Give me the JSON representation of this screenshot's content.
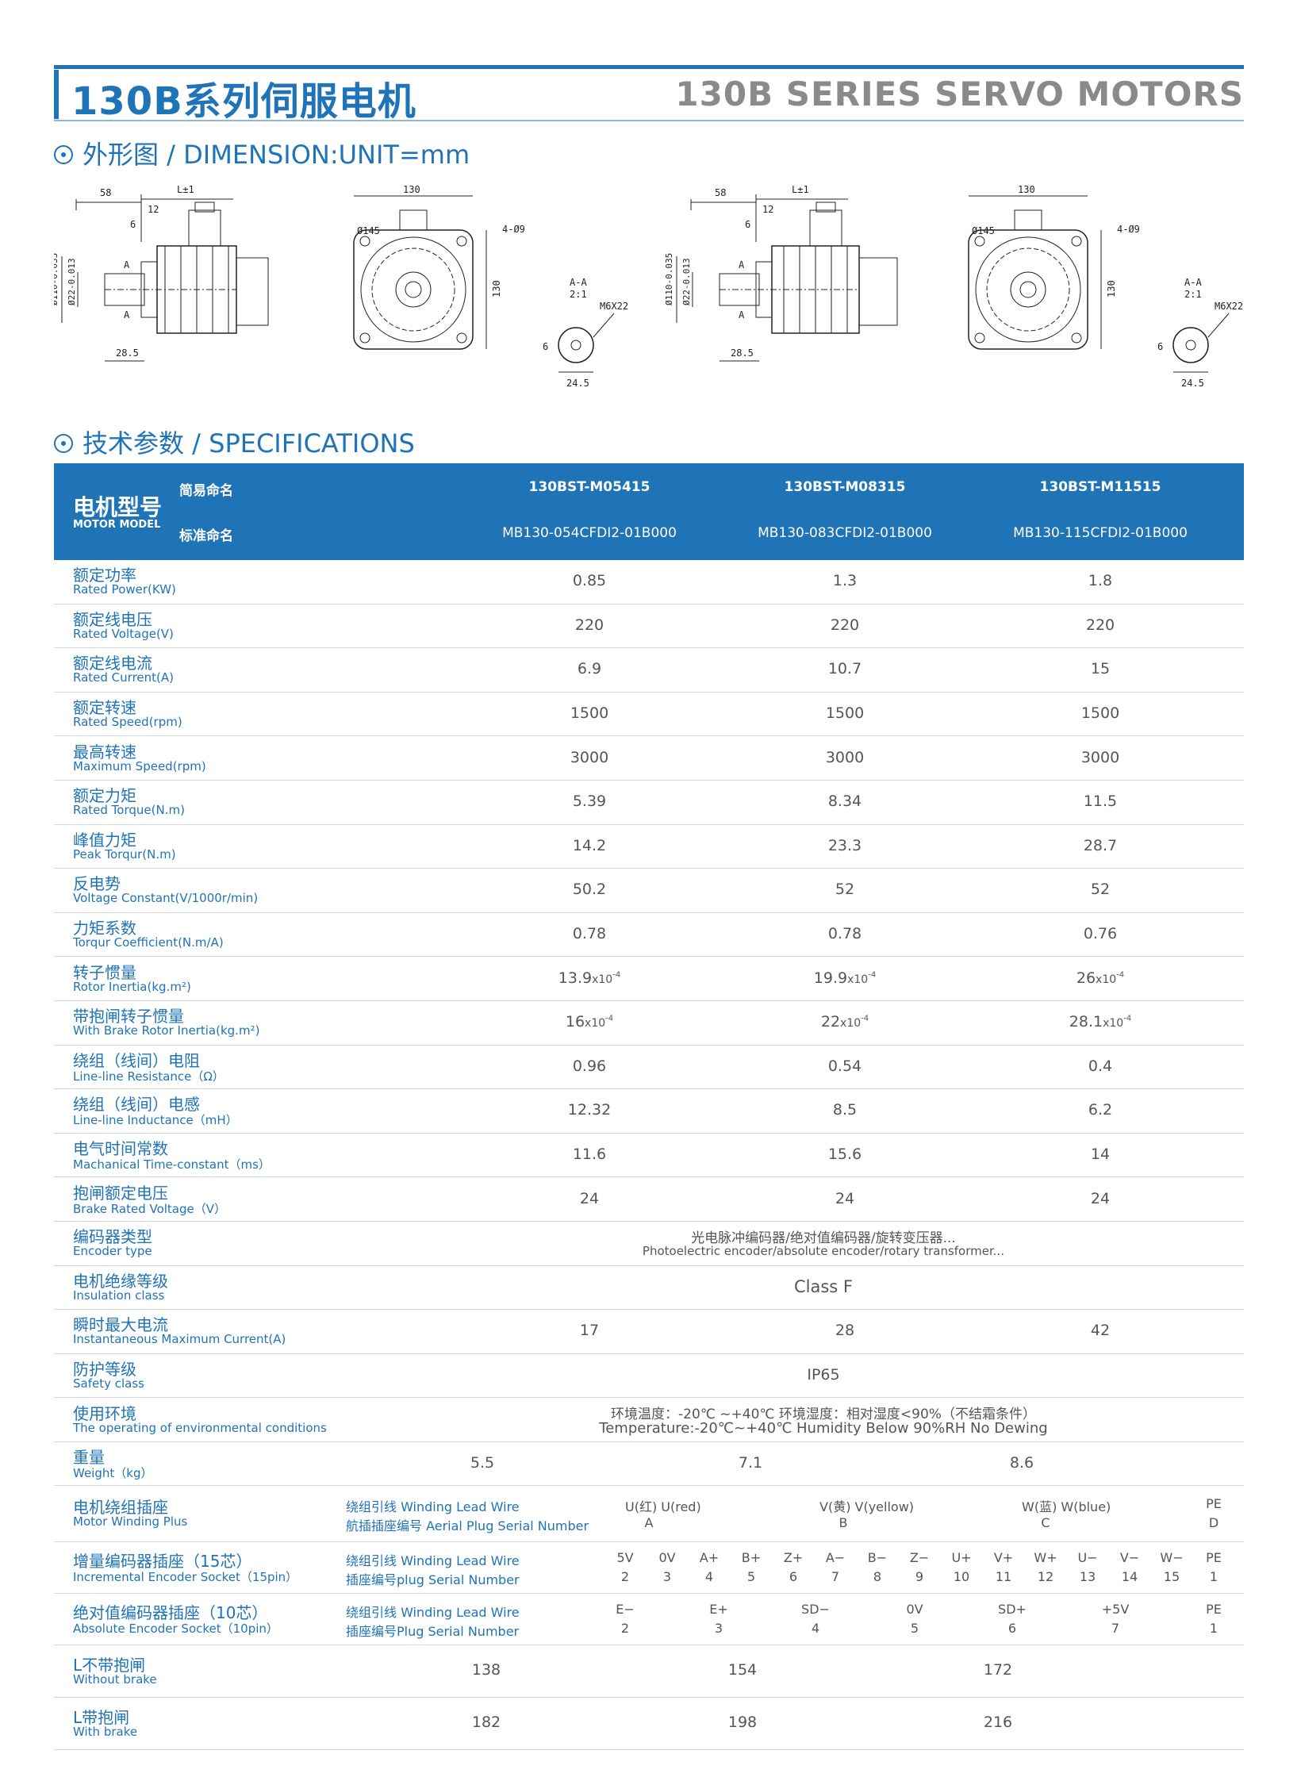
{
  "header": {
    "title_cn": "130B系列伺服电机",
    "title_en": "130B SERIES SERVO MOTORS"
  },
  "sections": {
    "dimension": "外形图 / DIMENSION:UNIT=mm",
    "specs": "技术参数 / SPECIFICATIONS"
  },
  "drawings": {
    "labels": {
      "d58": "58",
      "dL": "L±1",
      "d130": "130",
      "d12": "12",
      "d6": "6",
      "dA": "A",
      "d110": "Ø110-0.035",
      "d22": "Ø22-0.013",
      "d285": "28.5",
      "d145": "Ø145",
      "d4": "4-Ø9",
      "dAA": "A-A",
      "dScale": "2:1",
      "dM6": "M6X22",
      "d6b": "6",
      "d245": "24.5"
    }
  },
  "table": {
    "header": {
      "label_cn": "电机型号",
      "label_en": "MOTOR MODEL",
      "short_label": "简易命名",
      "std_label": "标准命名",
      "models": [
        {
          "short": "130BST-M05415",
          "std": "MB130-054CFDI2-01B000"
        },
        {
          "short": "130BST-M08315",
          "std": "MB130-083CFDI2-01B000"
        },
        {
          "short": "130BST-M11515",
          "std": "MB130-115CFDI2-01B000"
        }
      ]
    },
    "rows": [
      {
        "cn": "额定功率",
        "en": "Rated Power(KW)",
        "v": [
          "0.85",
          "1.3",
          "1.8"
        ]
      },
      {
        "cn": "额定线电压",
        "en": "Rated Voltage(V)",
        "v": [
          "220",
          "220",
          "220"
        ]
      },
      {
        "cn": "额定线电流",
        "en": "Rated Current(A)",
        "v": [
          "6.9",
          "10.7",
          "15"
        ]
      },
      {
        "cn": "额定转速",
        "en": "Rated Speed(rpm)",
        "v": [
          "1500",
          "1500",
          "1500"
        ]
      },
      {
        "cn": "最高转速",
        "en": "Maximum Speed(rpm)",
        "v": [
          "3000",
          "3000",
          "3000"
        ]
      },
      {
        "cn": "额定力矩",
        "en": "Rated Torque(N.m)",
        "v": [
          "5.39",
          "8.34",
          "11.5"
        ]
      },
      {
        "cn": "峰值力矩",
        "en": "Peak Torqur(N.m)",
        "v": [
          "14.2",
          "23.3",
          "28.7"
        ]
      },
      {
        "cn": "反电势",
        "en": "Voltage Constant(V/1000r/min)",
        "v": [
          "50.2",
          "52",
          "52"
        ]
      },
      {
        "cn": "力矩系数",
        "en": "Torqur Coefficient(N.m/A)",
        "v": [
          "0.78",
          "0.78",
          "0.76"
        ]
      }
    ],
    "inertia": {
      "cn": "转子惯量",
      "en": "Rotor Inertia(kg.m²)",
      "v": [
        "13.9",
        "19.9",
        "26"
      ],
      "x": "x10",
      "exp": "-4"
    },
    "brake_inertia": {
      "cn": "带抱闸转子惯量",
      "en": "With Brake Rotor Inertia(kg.m²)",
      "v": [
        "16",
        "22",
        "28.1"
      ],
      "x": "x10",
      "exp": "-4"
    },
    "rows2": [
      {
        "cn": "绕组（线间）电阻",
        "en": "Line-line Resistance（Ω）",
        "v": [
          "0.96",
          "0.54",
          "0.4"
        ]
      },
      {
        "cn": "绕组（线间）电感",
        "en": "Line-line Inductance（mH）",
        "v": [
          "12.32",
          "8.5",
          "6.2"
        ]
      },
      {
        "cn": "电气时间常数",
        "en": "Machanical Time-constant（ms）",
        "v": [
          "11.6",
          "15.6",
          "14"
        ]
      },
      {
        "cn": "抱闸额定电压",
        "en": "Brake Rated Voltage（V）",
        "v": [
          "24",
          "24",
          "24"
        ]
      }
    ],
    "encoder": {
      "cn": "编码器类型",
      "en": "Encoder type",
      "val_cn": "光电脉冲编码器/绝对值编码器/旋转变压器...",
      "val_en": "Photoelectric encoder/absolute encoder/rotary transformer..."
    },
    "insulation": {
      "cn": "电机绝缘等级",
      "en": "Insulation class",
      "val": "Class F"
    },
    "instant": {
      "cn": "瞬时最大电流",
      "en": "Instantaneous Maximum Current(A)",
      "v": [
        "17",
        "28",
        "42"
      ]
    },
    "safety": {
      "cn": "防护等级",
      "en": "Safety class",
      "val": "IP65"
    },
    "env": {
      "cn": "使用环境",
      "en": "The operating of environmental conditions",
      "val_cn": "环境温度：-20℃ ~+40℃   环境湿度：相对湿度<90%（不结霜条件）",
      "val_en": "Temperature:-20℃~+40℃  Humidity Below 90%RH No Dewing"
    },
    "weight": {
      "cn": "重量",
      "en": "Weight（kg）",
      "v": [
        "5.5",
        "7.1",
        "8.6"
      ]
    },
    "winding": {
      "cn": "电机绕组插座",
      "en": "Motor Winding Plus",
      "lead": "绕组引线 Winding Lead Wire",
      "serial": "航插插座编号 Aerial Plug Serial Number",
      "wires": [
        "U(红) U(red)",
        "V(黄) V(yellow)",
        "W(蓝) W(blue)",
        "PE"
      ],
      "pins": [
        "A",
        "B",
        "C",
        "D"
      ]
    },
    "incremental": {
      "cn": "增量编码器插座（15芯）",
      "en": "Incremental Encoder Socket（15pin）",
      "lead": "绕组引线 Winding Lead Wire",
      "serial": "插座编号plug Serial Number",
      "wires": [
        "5V",
        "0V",
        "A+",
        "B+",
        "Z+",
        "A−",
        "B−",
        "Z−",
        "U+",
        "V+",
        "W+",
        "U−",
        "V−",
        "W−",
        "PE"
      ],
      "pins": [
        "2",
        "3",
        "4",
        "5",
        "6",
        "7",
        "8",
        "9",
        "10",
        "11",
        "12",
        "13",
        "14",
        "15",
        "1"
      ]
    },
    "absolute": {
      "cn": "绝对值编码器插座（10芯）",
      "en": "Absolute Encoder Socket（10pin）",
      "lead": "绕组引线 Winding Lead Wire",
      "serial": "插座编号Plug Serial Number",
      "wires": [
        "E−",
        "E+",
        "SD−",
        "0V",
        "SD+",
        "+5V",
        "PE"
      ],
      "pins": [
        "2",
        "3",
        "4",
        "5",
        "6",
        "7",
        "1"
      ]
    },
    "l_without": {
      "cn": "L不带抱闸",
      "en": "Without brake",
      "v": [
        "138",
        "154",
        "172"
      ]
    },
    "l_with": {
      "cn": "L带抱闸",
      "en": "With brake",
      "v": [
        "182",
        "198",
        "216"
      ]
    }
  }
}
